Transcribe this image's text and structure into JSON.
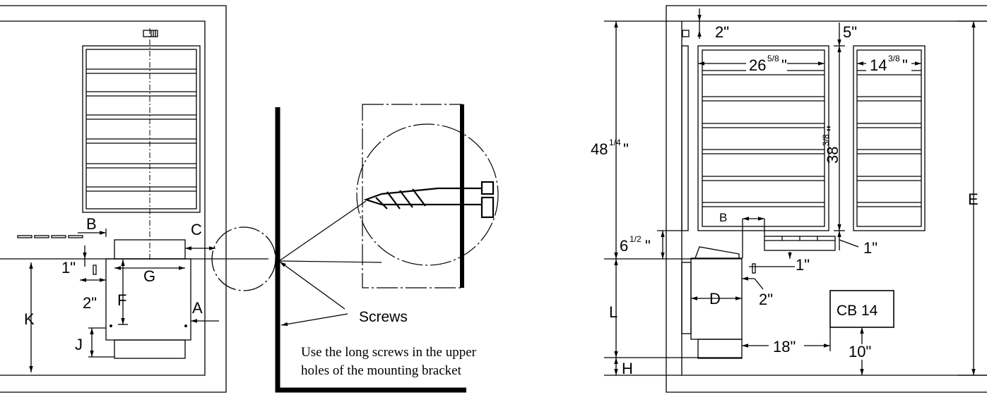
{
  "labels": {
    "A": "A",
    "B": "B",
    "C": "C",
    "D": "D",
    "E": "E",
    "F": "F",
    "G": "G",
    "H": "H",
    "J": "J",
    "K": "K",
    "L": "L",
    "B2": "B"
  },
  "dims_left": {
    "one_inch": "1\"",
    "two_inch": "2\""
  },
  "callout": {
    "screws": "Screws",
    "note_line1": "Use the long screws in the upper",
    "note_line2": "holes of the mounting bracket"
  },
  "dims_right": {
    "top_2": "2\"",
    "top_5": "5\"",
    "width_main": "26",
    "width_main_frac": "5/8",
    "width_main_unit": "\"",
    "width_side": "14",
    "width_side_frac": "3/8",
    "width_side_unit": "\"",
    "height_main": "38",
    "height_main_frac": "3/8",
    "height_main_unit": "\"",
    "height_total": "48",
    "height_total_frac": "1/4",
    "height_total_unit": "\"",
    "gap_6": "6",
    "gap_6_frac": "1/2",
    "gap_6_unit": "\"",
    "gap_1a": "1\"",
    "gap_1b": "1\"",
    "gap_2": "2\"",
    "dist_18": "18\"",
    "dist_10": "10\"",
    "cb_box": "CB 14"
  }
}
